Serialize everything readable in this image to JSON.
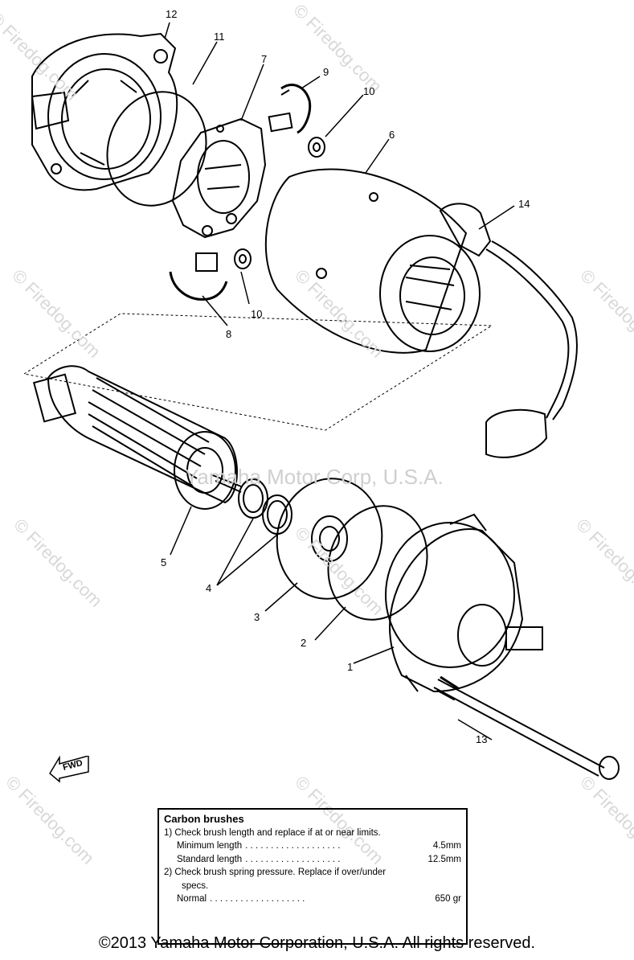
{
  "watermarks": {
    "site": "© Firedog.com",
    "center": "Yamaha Motor Corp, U.S.A."
  },
  "callouts": {
    "c1": "1",
    "c2": "2",
    "c3": "3",
    "c4": "4",
    "c5": "5",
    "c6": "6",
    "c7": "7",
    "c8": "8",
    "c9": "9",
    "c10a": "10",
    "c10b": "10",
    "c11": "11",
    "c12": "12",
    "c13": "13",
    "c14": "14"
  },
  "fwd_label": "FWD",
  "notes": {
    "title": "Carbon brushes",
    "item1": "1) Check brush length and replace if at or near limits.",
    "min_label": "Minimum length",
    "min_value": "4.5mm",
    "std_label": "Standard length",
    "std_value": "12.5mm",
    "item2a": "2) Check brush spring pressure. Replace if over/under",
    "item2b": "specs.",
    "normal_label": "Normal",
    "normal_value": "650 gr",
    "leader": ". . . . . . . . . . . . . . . . . . ."
  },
  "copyright": "©2013 Yamaha Motor Corporation, U.S.A. All rights reserved.",
  "colors": {
    "line": "#000000",
    "watermark": "#d8d8d8"
  }
}
